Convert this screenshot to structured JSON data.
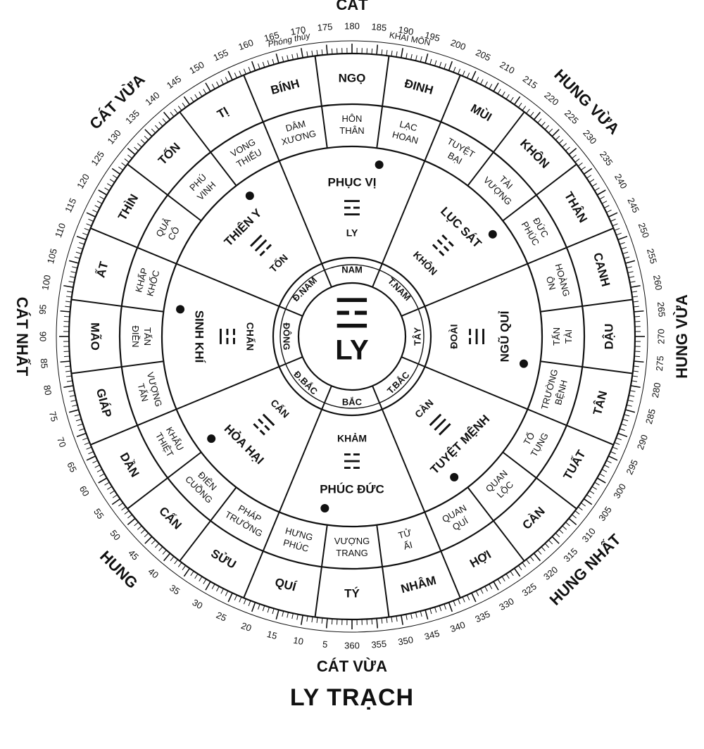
{
  "title": "LY TRẠCH",
  "center": {
    "label": "LY",
    "symbol": "☲"
  },
  "quality_labels": [
    "CÁT",
    "HUNG VỪA",
    "HUNG VỪA",
    "HUNG NHẤT",
    "CÁT VỪA",
    "HUNG",
    "CÁT NHẤT",
    "CÁT VỪA"
  ],
  "degree_labels": [
    "360",
    "5",
    "10",
    "15",
    "20",
    "25",
    "30",
    "35",
    "40",
    "45",
    "50",
    "55",
    "60",
    "65",
    "70",
    "75",
    "80",
    "85",
    "90",
    "95",
    "100",
    "105",
    "110",
    "115",
    "120",
    "125",
    "130",
    "135",
    "140",
    "145",
    "150",
    "155",
    "160",
    "165",
    "170",
    "175",
    "180",
    "185",
    "190",
    "195",
    "200",
    "205",
    "210",
    "215",
    "220",
    "225",
    "230",
    "235",
    "240",
    "245",
    "250",
    "255",
    "260",
    "265",
    "270",
    "275",
    "280",
    "285",
    "290",
    "295",
    "300",
    "305",
    "310",
    "315",
    "320",
    "325",
    "330",
    "335",
    "340",
    "345",
    "350",
    "355"
  ],
  "mountains": [
    "TÝ",
    "QUÍ",
    "SỬU",
    "CẤN",
    "DẦN",
    "GIÁP",
    "MÃO",
    "ẤT",
    "THÌN",
    "TỐN",
    "TỊ",
    "BÍNH",
    "NGỌ",
    "ĐINH",
    "MÙI",
    "KHÔN",
    "THÂN",
    "CANH",
    "DẬU",
    "TÂN",
    "TUẤT",
    "CÀN",
    "HỢI",
    "NHÂM"
  ],
  "stars": [
    [
      "VƯỢNG",
      "TRANG"
    ],
    [
      "HƯNG",
      "PHÚC"
    ],
    [
      "PHÁP",
      "TRƯỜNG"
    ],
    [
      "ĐIÊN",
      "CUỒNG"
    ],
    [
      "KHẨU",
      "THIỆT"
    ],
    [
      "VƯỢNG",
      "TẤN"
    ],
    [
      "TẤN",
      "ĐIỀN"
    ],
    [
      "KHỐC",
      "KHẤP"
    ],
    [
      "CÔ",
      "QUẢ"
    ],
    [
      "VINH",
      "PHÚ"
    ],
    [
      "THIẾU",
      "VONG"
    ],
    [
      "XƯƠNG",
      "DÂM"
    ],
    [
      "THÂN",
      "HÔN"
    ],
    [
      "HOAN",
      "LẠC"
    ],
    [
      "BẠI",
      "TUYỆT"
    ],
    [
      "VƯỢNG",
      "TÀI"
    ],
    [
      "PHÚC",
      "ĐỨC"
    ],
    [
      "ÔN",
      "HOÀNG"
    ],
    [
      "TẤN",
      "TÀI"
    ],
    [
      "TRƯỜNG",
      "BỆNH"
    ],
    [
      "TỐ",
      "TỤNG"
    ],
    [
      "QUAN",
      "LỘC"
    ],
    [
      "QUAN",
      "QUÍ"
    ],
    [
      "TỬ",
      "ẤI"
    ]
  ],
  "palaces": [
    {
      "star": "PHÚC ĐỨC",
      "trigram": "KHẢM",
      "symbol": "☵"
    },
    {
      "star": "HỎA HẠI",
      "trigram": "CẤN",
      "symbol": "☶"
    },
    {
      "star": "SINH KHÍ",
      "trigram": "CHẤN",
      "symbol": "☳"
    },
    {
      "star": "THIÊN Y",
      "trigram": "TỐN",
      "symbol": "☴"
    },
    {
      "star": "PHỤC VỊ",
      "trigram": "LY",
      "symbol": "☲"
    },
    {
      "star": "LỤC SÁT",
      "trigram": "KHÔN",
      "symbol": "☷"
    },
    {
      "star": "NGŨ QUỈ",
      "trigram": "ĐOÀI",
      "symbol": "☱"
    },
    {
      "star": "TUYỆT MỆNH",
      "trigram": "CÀN",
      "symbol": "☰"
    }
  ],
  "directions": [
    "BẮC",
    "Đ.BẮC",
    "ĐÔNG",
    "Đ.NAM",
    "NAM",
    "T.NAM",
    "TÂY",
    "T.BẮC"
  ],
  "annotations": {
    "door": "KHAI MÔN",
    "water": "Phóng thủy"
  },
  "colors": {
    "ink": "#111111",
    "paper": "#ffffff"
  }
}
